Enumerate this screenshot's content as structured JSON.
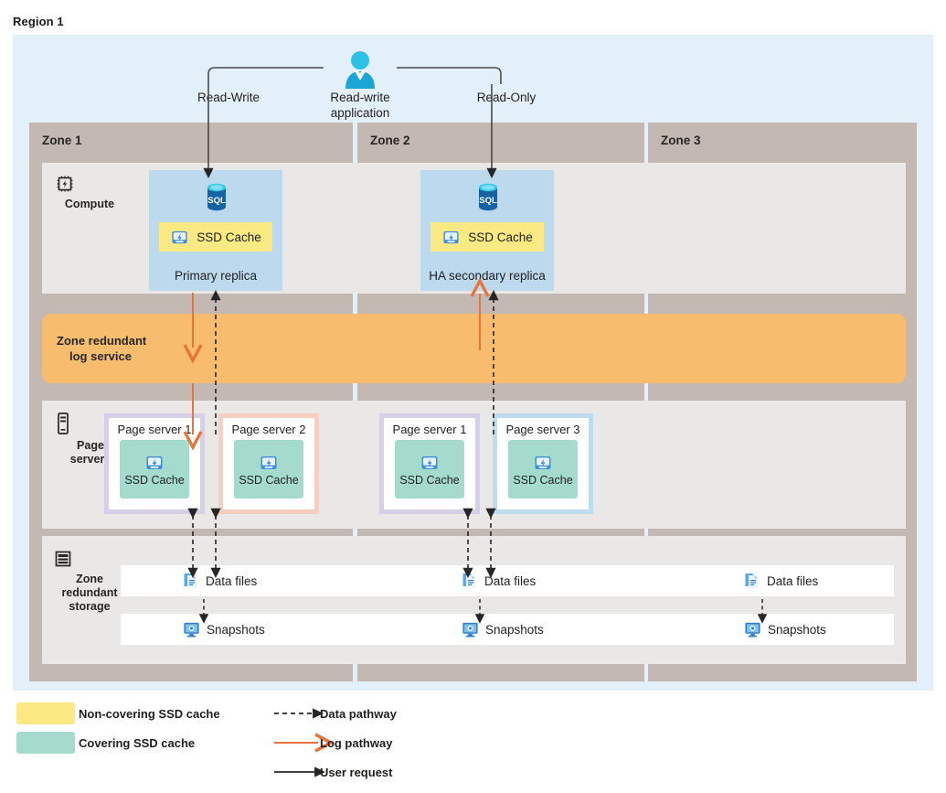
{
  "region": {
    "title": "Region 1"
  },
  "application": {
    "icon": "user-icon",
    "label_line1": "Read-write",
    "label_line2": "application",
    "left_path_label": "Read-Write",
    "right_path_label": "Read-Only"
  },
  "row_labels": {
    "compute": {
      "icon": "cpu-chip-icon",
      "label": "Compute"
    },
    "page_servers": {
      "icon": "server-rack-icon",
      "line1": "Page",
      "line2": "servers"
    },
    "storage": {
      "icon": "storage-stack-icon",
      "line1": "Zone",
      "line2": "redundant",
      "line3": "storage"
    }
  },
  "zones": [
    {
      "name": "Zone 1"
    },
    {
      "name": "Zone 2"
    },
    {
      "name": "Zone 3"
    }
  ],
  "compute": {
    "replicas": [
      {
        "zone": "Zone 1",
        "db_icon": "sql-database-icon",
        "cache_icon": "ssd-disk-icon",
        "cache_label": "SSD Cache",
        "label": "Primary replica"
      },
      {
        "zone": "Zone 2",
        "db_icon": "sql-database-icon",
        "cache_icon": "ssd-disk-icon",
        "cache_label": "SSD Cache",
        "label": "HA secondary replica"
      }
    ]
  },
  "log_service": {
    "line1": "Zone redundant",
    "line2": "log service",
    "color": "#F7BC6E"
  },
  "page_servers": [
    {
      "zone": "Zone 1",
      "title": "Page server 1",
      "cache_label": "SSD Cache",
      "cache_icon": "ssd-disk-icon",
      "border_color": "#d6cfe8"
    },
    {
      "zone": "Zone 1",
      "title": "Page server 2",
      "cache_label": "SSD Cache",
      "cache_icon": "ssd-disk-icon",
      "border_color": "#f8cec0"
    },
    {
      "zone": "Zone 2",
      "title": "Page server 1",
      "cache_label": "SSD Cache",
      "cache_icon": "ssd-disk-icon",
      "border_color": "#d6cfe8"
    },
    {
      "zone": "Zone 2",
      "title": "Page server 3",
      "cache_label": "SSD Cache",
      "cache_icon": "ssd-disk-icon",
      "border_color": "#bedcf0"
    }
  ],
  "storage": {
    "data_files": [
      {
        "zone": "Zone 1",
        "icon": "data-file-icon",
        "label": "Data files"
      },
      {
        "zone": "Zone 2",
        "icon": "data-file-icon",
        "label": "Data files"
      },
      {
        "zone": "Zone 3",
        "icon": "data-file-icon",
        "label": "Data files"
      }
    ],
    "snapshots": [
      {
        "zone": "Zone 1",
        "icon": "snapshot-icon",
        "label": "Snapshots"
      },
      {
        "zone": "Zone 2",
        "icon": "snapshot-icon",
        "label": "Snapshots"
      },
      {
        "zone": "Zone 3",
        "icon": "snapshot-icon",
        "label": "Snapshots"
      }
    ]
  },
  "legend": {
    "swatches": [
      {
        "color": "#FBE983",
        "label": "Non-covering SSD cache"
      },
      {
        "color": "#A4DBCD",
        "label": "Covering SSD cache"
      }
    ],
    "lines": [
      {
        "style": "dashed",
        "color": "#262626",
        "label": "Data pathway"
      },
      {
        "style": "solid",
        "color": "#E8743B",
        "label": "Log pathway"
      },
      {
        "style": "solid",
        "color": "#262626",
        "label": "User request"
      }
    ]
  },
  "colors": {
    "region_bg": "#E3F0FA",
    "zone_bg": "#C3B8B2",
    "panel_bg": "#EAE8E6",
    "replica_bg": "#BCD9EE",
    "log_orange": "#F7BC6E",
    "arrow_orange": "#E8743B",
    "arrow_dark": "#262626"
  }
}
